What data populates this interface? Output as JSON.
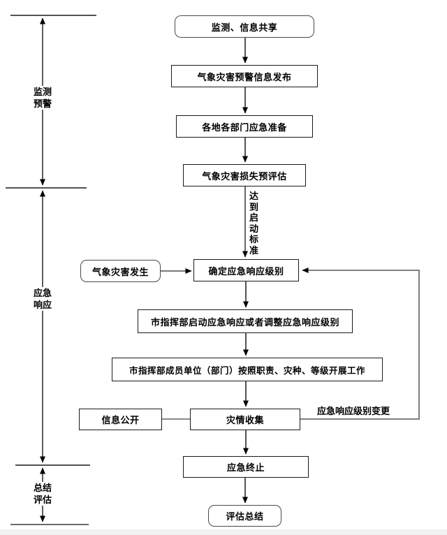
{
  "nodes": {
    "monitor_share": "监测、信息共享",
    "warning_release": "气象灾害预警信息发布",
    "emergency_prepare": "各地各部门应急准备",
    "loss_pre_assess": "气象灾害损失预评估",
    "determine_level": "确定应急响应级别",
    "disaster_occur": "气象灾害发生",
    "start_response": "市指挥部启动应急响应或者调整应急响应级别",
    "members_work": "市指挥部成员单位（部门）按照职责、灾种、等级开展工作",
    "info_public": "信息公开",
    "collect_info": "灾情收集",
    "terminate": "应急终止",
    "summary": "评估总结"
  },
  "phases": [
    {
      "line1": "监测",
      "line2": "预警"
    },
    {
      "line1": "应急",
      "line2": "响应"
    },
    {
      "line1": "总结",
      "line2": "评估"
    }
  ],
  "annotations": {
    "activation_note": "达到启动标准",
    "level_change_label": "应急响应级别变更"
  },
  "colors": {
    "line_black": "#1a1a1a",
    "connector_gray": "#808080",
    "background": "#ffffff"
  }
}
